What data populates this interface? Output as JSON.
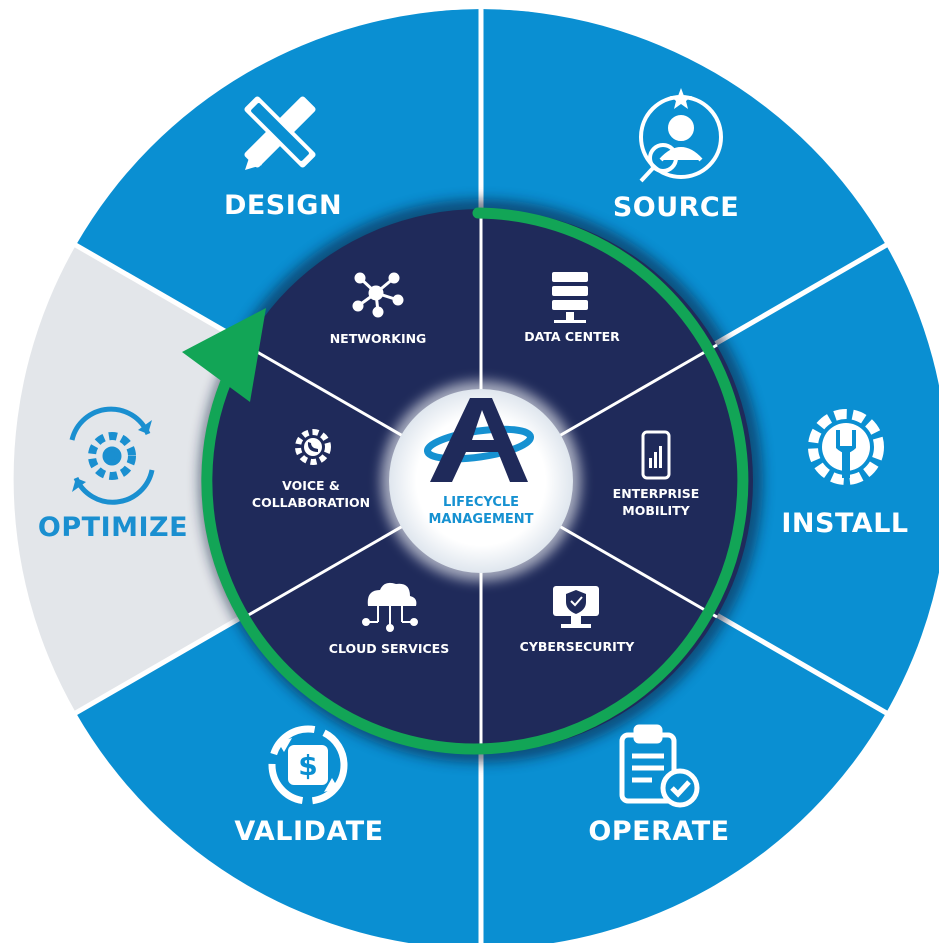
{
  "center": {
    "logo_icon": "a-swoosh-logo-icon",
    "line1": "LIFECYCLE",
    "line2": "MANAGEMENT"
  },
  "outer_phases": [
    {
      "label": "DESIGN",
      "icon": "ruler-pencil-icon",
      "highlighted": false
    },
    {
      "label": "SOURCE",
      "icon": "people-search-star-icon",
      "highlighted": false
    },
    {
      "label": "INSTALL",
      "icon": "gear-wrench-icon",
      "highlighted": false
    },
    {
      "label": "OPERATE",
      "icon": "clipboard-check-icon",
      "highlighted": false
    },
    {
      "label": "VALIDATE",
      "icon": "dollar-cycle-icon",
      "highlighted": false
    },
    {
      "label": "OPTIMIZE",
      "icon": "gear-refresh-icon",
      "highlighted": true
    }
  ],
  "inner_services": [
    {
      "lines": [
        "NETWORKING"
      ],
      "icon": "network-nodes-icon"
    },
    {
      "lines": [
        "DATA CENTER"
      ],
      "icon": "server-rack-icon"
    },
    {
      "lines": [
        "ENTERPRISE",
        "MOBILITY"
      ],
      "icon": "mobile-phone-chart-icon"
    },
    {
      "lines": [
        "CYBERSECURITY"
      ],
      "icon": "monitor-shield-icon"
    },
    {
      "lines": [
        "CLOUD SERVICES"
      ],
      "icon": "cloud-network-icon"
    },
    {
      "lines": [
        "VOICE &",
        "COLLABORATION"
      ],
      "icon": "phone-gear-icon"
    }
  ],
  "colors": {
    "outer_blue": "#0a8fd2",
    "highlight_gray": "#e3e6ea",
    "highlight_text": "#1a8fd0",
    "inner_navy": "#1f2a5a",
    "cycle_arrow_green": "#12a556",
    "white": "#ffffff"
  }
}
